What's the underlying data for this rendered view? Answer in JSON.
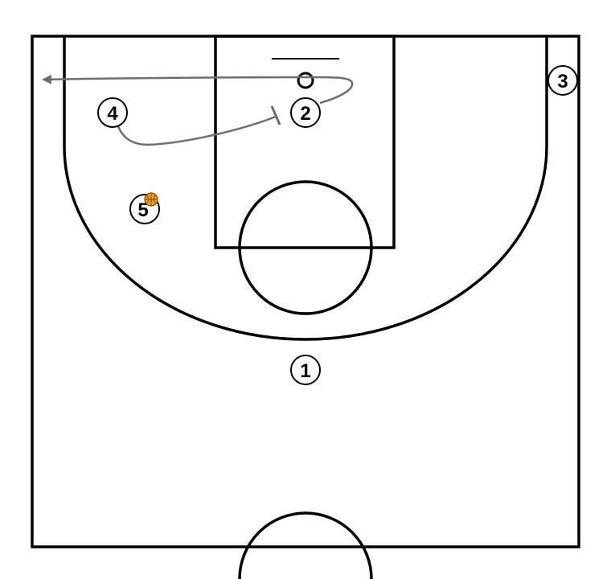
{
  "diagram": {
    "type": "basketball-half-court-play",
    "colors": {
      "court_lines": "#000000",
      "movement_path": "#6e6e6e",
      "ball": "#f0a020",
      "ball_seams": "#8a4a00",
      "player_fill": "#ffffff"
    },
    "players": [
      {
        "id": "p1",
        "label": "1",
        "icon": "player-circle"
      },
      {
        "id": "p2",
        "label": "2",
        "icon": "player-circle"
      },
      {
        "id": "p3",
        "label": "3",
        "icon": "player-circle"
      },
      {
        "id": "p4",
        "label": "4",
        "icon": "player-circle"
      },
      {
        "id": "p5",
        "label": "5",
        "icon": "player-circle",
        "has_ball": true
      }
    ],
    "actions": [
      {
        "player": "2",
        "type": "cut",
        "end": "arrow"
      },
      {
        "player": "4",
        "type": "screen",
        "end": "bar"
      }
    ],
    "ball_icon": "basketball-icon"
  }
}
